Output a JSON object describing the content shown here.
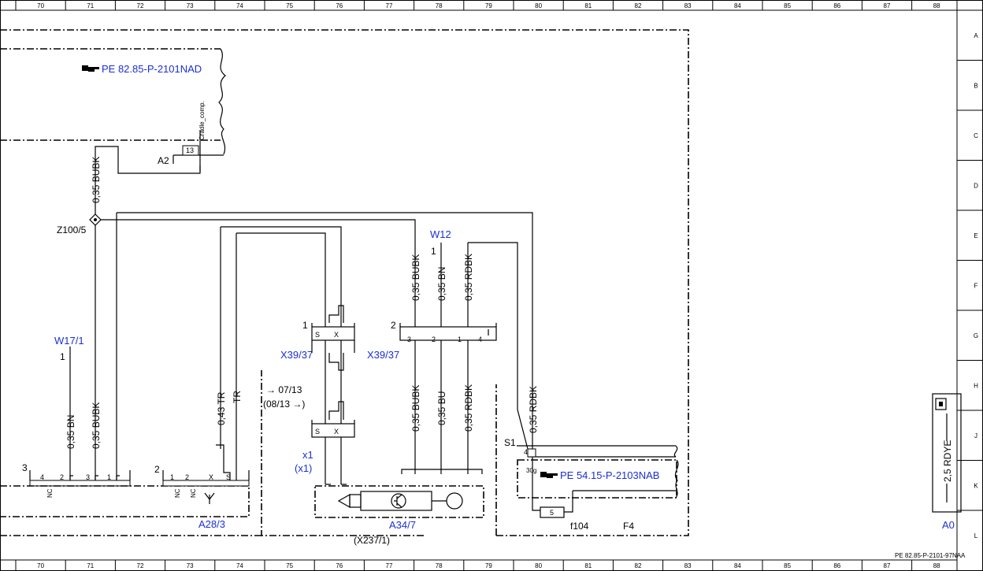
{
  "ruler": {
    "columns": [
      "70",
      "71",
      "72",
      "73",
      "74",
      "75",
      "76",
      "77",
      "78",
      "79",
      "80",
      "81",
      "82",
      "83",
      "84",
      "85",
      "86",
      "87",
      "88"
    ],
    "rows": [
      "A",
      "B",
      "C",
      "D",
      "E",
      "F",
      "G",
      "H",
      "J",
      "K",
      "L"
    ]
  },
  "refs": {
    "top_ref": "PE 82.85-P-2101NAD",
    "mid_ref": "PE 54.15-P-2103NAB",
    "mid_ref_prefix": "30g",
    "doc_id": "PE 82.85-P-2101-97NAA"
  },
  "components": {
    "a2": "A2",
    "a2_pin": "13",
    "a2_signal": "Cradle_comp.",
    "z100": "Z100/5",
    "w12": "W12",
    "w12_pin": "1",
    "w17": "W17/1",
    "w17_pin": "1",
    "x39_left_num": "1",
    "x39_left": "X39/37",
    "x39_right_num": "2",
    "x39_right": "X39/37",
    "x1": "x1",
    "x1_paren": "(x1)",
    "a28": "A28/3",
    "a34": "A34/7",
    "x237": "(X237/1)",
    "f104": "f104",
    "f4": "F4",
    "s1": "S1",
    "a0": "A0",
    "fuse": "5",
    "ref_0713": "07/13",
    "ref_0813": "(08/13",
    "s_label": "S",
    "x_label": "X"
  },
  "wires": {
    "bubk_top": "0,35 BUBK",
    "bubk_w12": "0,35 BUBK",
    "bn_w12": "0,35 BN",
    "rdbk_w12": "0,35 RDBK",
    "bubk_low": "0,35 BUBK",
    "bu_low": "0,35 BU",
    "rdbk_low": "0,35 RDBK",
    "rdbk_right": "0,35 RDBK",
    "bn_left": "0,35 BN",
    "bubk_left": "0,35 BUBK",
    "tr_043": "0,43 TR",
    "tr": "TR",
    "rdye": "2,5 RDYE"
  },
  "pins": {
    "c3_num": "3",
    "c3_a": "4",
    "c3_b": "2",
    "c3_c": "3",
    "c3_d": "1",
    "c2_num": "2",
    "c2_a": "1",
    "c2_b": "2",
    "c2_x": "X",
    "c2_s": "S",
    "x39r_a": "3",
    "x39r_b": "2",
    "x39r_c": "1",
    "x39r_d": "4",
    "s1_pin": "4",
    "nc": "NC"
  },
  "icons": {
    "pointer": "hand-pointer-icon",
    "info": "info-icon",
    "antenna": "antenna-icon",
    "speaker": "speaker-icon",
    "transistor": "transistor-icon",
    "microphone": "microphone-icon"
  },
  "colors": {
    "link_blue": "#1b2fd6"
  }
}
